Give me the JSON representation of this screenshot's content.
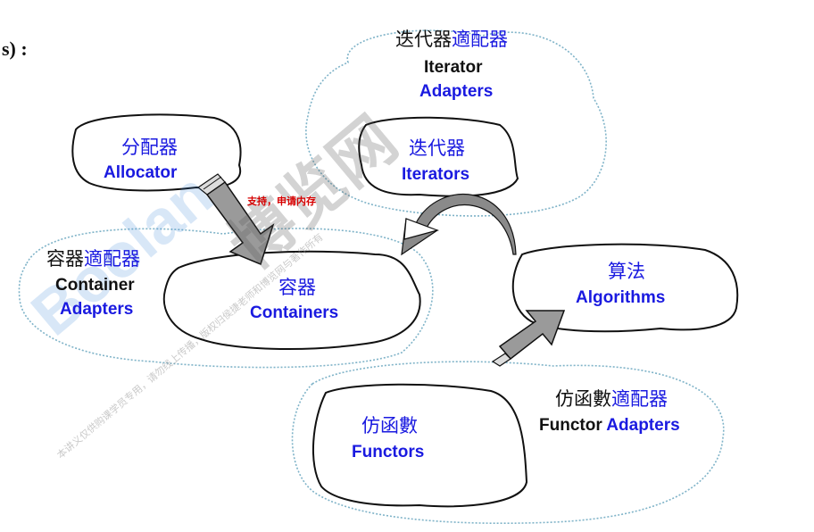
{
  "header": {
    "partial_title": "s) :"
  },
  "nodes": {
    "iterator_adapters": {
      "zh_part1": "迭代器",
      "zh_part2": "適配器",
      "en_line1": "Iterator",
      "en_line2": "Adapters"
    },
    "iterators": {
      "zh": "迭代器",
      "en": "Iterators"
    },
    "allocator": {
      "zh": "分配器",
      "en": "Allocator"
    },
    "container_adapters": {
      "zh_part1": "容器",
      "zh_part2": "適配器",
      "en_line1": "Container",
      "en_line2": "Adapters"
    },
    "containers": {
      "zh": "容器",
      "en": "Containers"
    },
    "algorithms": {
      "zh": "算法",
      "en": "Algorithms"
    },
    "functors": {
      "zh": "仿函數",
      "en": "Functors"
    },
    "functor_adapters": {
      "zh_part1": "仿函數",
      "zh_part2": "適配器",
      "en_part1": "Functor",
      "en_part2": "Adapters"
    }
  },
  "annotations": {
    "allocator_note": "支持，申请内存"
  },
  "watermark": {
    "brand": "Boolan",
    "site": "博览网",
    "notice": "本讲义仅供购课学员专用，请勿线上传播，版权归侯捷老师和博览网与著作所有"
  },
  "colors": {
    "chinese_blue": "#1a1ae0",
    "english_blue": "#1a1ae0",
    "black": "#111111",
    "annotation_red": "#d60000",
    "dotted_outline": "#7fb3c8",
    "arrow_fill": "#8a8a8a",
    "watermark_blue": "#2f7fd8"
  }
}
